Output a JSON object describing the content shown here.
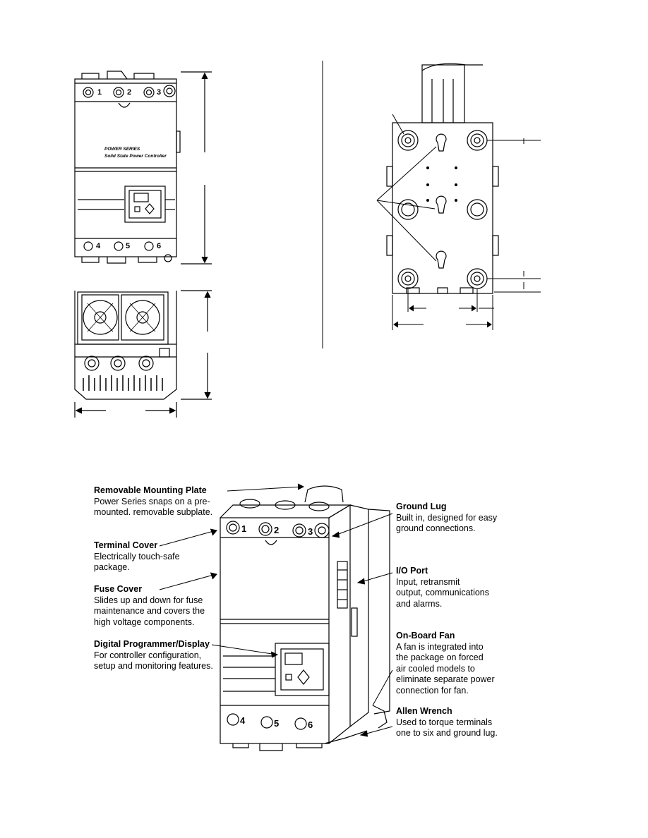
{
  "front_view": {
    "terminals_top": [
      "1",
      "2",
      "3"
    ],
    "terminals_bottom": [
      "4",
      "5",
      "6"
    ],
    "brand_line1": "POWER SERIES",
    "brand_line2": "Solid State Power Controller"
  },
  "iso_view": {
    "terminals_top": [
      "1",
      "2",
      "3"
    ],
    "terminals_bottom": [
      "4",
      "5",
      "6"
    ]
  },
  "callouts": {
    "mounting_plate": {
      "title": "Removable Mounting Plate",
      "desc": "Power Series snaps on a pre-\nmounted. removable subplate."
    },
    "terminal_cover": {
      "title": "Terminal Cover",
      "desc": "Electrically touch-safe\npackage."
    },
    "fuse_cover": {
      "title": "Fuse Cover",
      "desc": "Slides up and down for fuse\nmaintenance and covers the\nhigh voltage components."
    },
    "programmer": {
      "title": "Digital Programmer/Display",
      "desc": "For controller configuration,\nsetup and monitoring features."
    },
    "ground_lug": {
      "title": "Ground Lug",
      "desc": "Built in, designed for easy\nground connections."
    },
    "io_port": {
      "title": "I/O Port",
      "desc": "Input, retransmit\noutput, communications\nand alarms."
    },
    "fan": {
      "title": "On-Board Fan",
      "desc": "A fan is integrated into\nthe package on forced\nair cooled models to\neliminate separate power\nconnection for fan."
    },
    "allen_wrench": {
      "title": "Allen Wrench",
      "desc": "Used to torque terminals\none to six and ground lug."
    }
  }
}
